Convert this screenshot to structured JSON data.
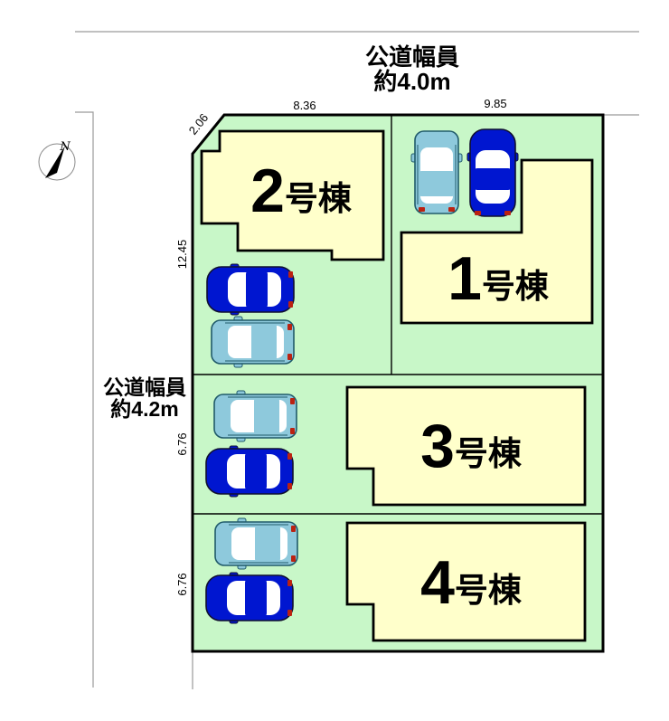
{
  "colors": {
    "background": "#ffffff",
    "parcel_green": "#c8f7c8",
    "building_yellow": "#ffffcb",
    "border_black": "#000000",
    "road_line_gray": "#9a9a9a",
    "car_dark_blue": "#0016d0",
    "car_light_blue": "#8ec9dc"
  },
  "compass": {
    "north_label": "N"
  },
  "road_labels": {
    "top": {
      "line1": "公道幅員",
      "line2": "約4.0m"
    },
    "left": {
      "line1": "公道幅員",
      "line2": "約4.2m"
    }
  },
  "dimensions": {
    "chamfer": "2.06",
    "top_left_width": "8.36",
    "top_right_width": "9.85",
    "left_upper_height": "12.45",
    "left_middle_height": "6.76",
    "left_lower_height": "6.76"
  },
  "buildings": [
    {
      "number": "1",
      "suffix": "号棟"
    },
    {
      "number": "2",
      "suffix": "号棟"
    },
    {
      "number": "3",
      "suffix": "号棟"
    },
    {
      "number": "4",
      "suffix": "号棟"
    }
  ],
  "cars": [
    {
      "location": "lot-1",
      "type": "suv"
    },
    {
      "location": "lot-1",
      "type": "sedan"
    },
    {
      "location": "lot-2",
      "type": "sedan"
    },
    {
      "location": "lot-2",
      "type": "suv"
    },
    {
      "location": "lot-3",
      "type": "suv"
    },
    {
      "location": "lot-3",
      "type": "sedan"
    },
    {
      "location": "lot-4",
      "type": "suv"
    },
    {
      "location": "lot-4",
      "type": "sedan"
    }
  ]
}
